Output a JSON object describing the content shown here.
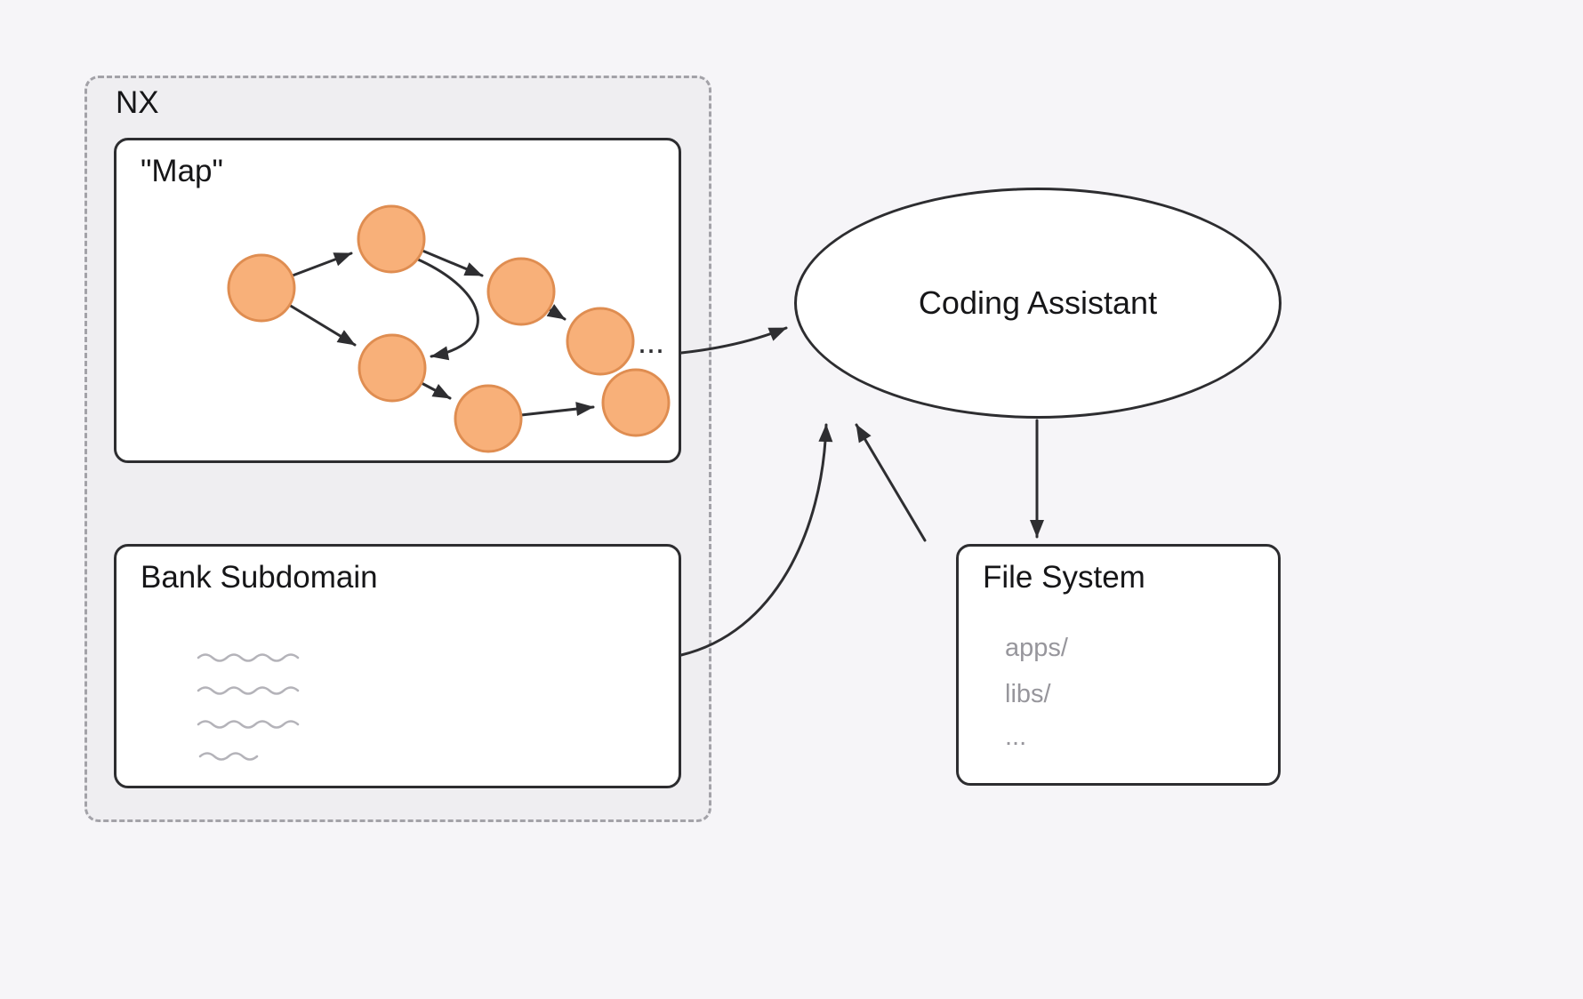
{
  "nx": {
    "label": "NX",
    "map": {
      "title": "\"Map\"",
      "ellipsis": "..."
    },
    "bank": {
      "title": "Bank Subdomain"
    }
  },
  "assistant": {
    "label": "Coding Assistant"
  },
  "file_system": {
    "title": "File System",
    "entries": [
      "apps/",
      "libs/",
      "..."
    ]
  },
  "colors": {
    "bg": "#f6f5f8",
    "nx_fill": "#efeef1",
    "nx_border": "#a3a2a8",
    "box_border": "#2d2d30",
    "node_fill": "#f8b079",
    "node_stroke": "#df8d51",
    "arrow": "#2e2e31",
    "text": "#161618",
    "muted": "#97969c",
    "muted_line": "#b4b3b9"
  }
}
